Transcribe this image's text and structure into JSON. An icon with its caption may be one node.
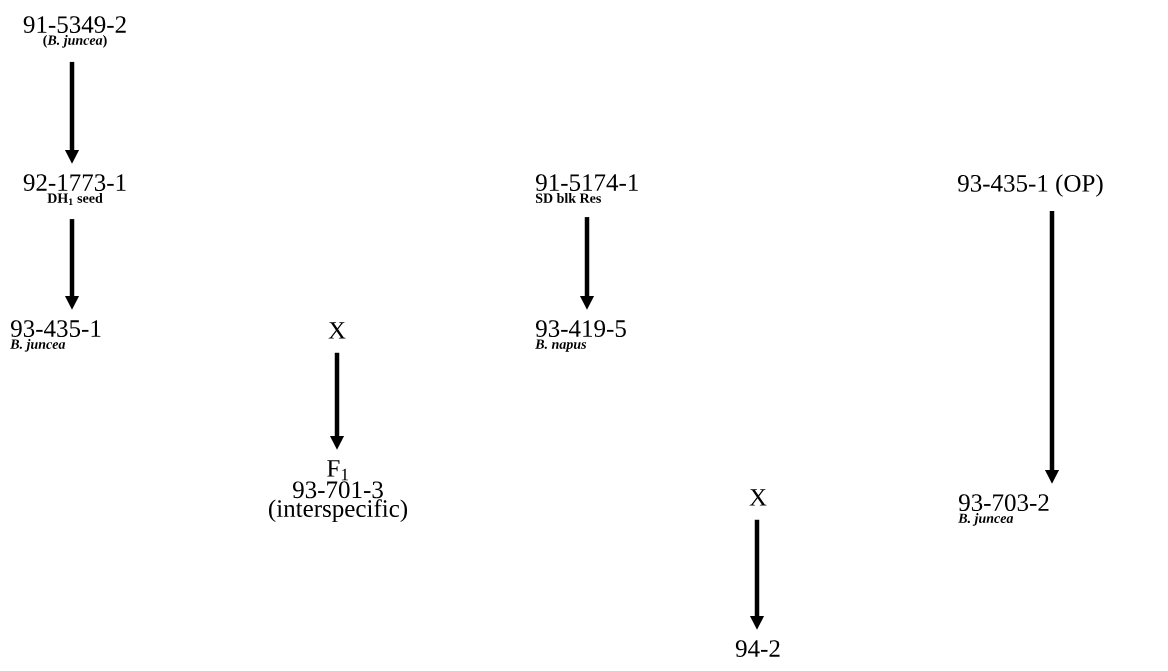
{
  "diagram": {
    "nodes": [
      {
        "text": [
          "91-5349-2",
          "(*B. juncea*)"
        ]
      },
      {
        "text": [
          "92-1773-1",
          "DH$_{1}$ seed"
        ]
      },
      {
        "text": [
          "93-435-1",
          "B. juncea"
        ]
      },
      {
        "text": [
          "X"
        ]
      },
      {
        "text": [
          "F$_{1}$",
          "93-701-3",
          "(interspecific)"
        ]
      },
      {
        "text": [
          "91-5174-1",
          "SD blk Res"
        ]
      },
      {
        "text": [
          "93-419-5",
          "B. napus"
        ]
      },
      {
        "text": [
          "93-435-1 (OP)"
        ]
      },
      {
        "text": [
          "X"
        ]
      },
      {
        "text": [
          "93-703-2",
          "B. juncea"
        ]
      },
      {
        "text": [
          "94-2"
        ]
      }
    ],
    "edges": [
      {
        "from": 0,
        "to": 1,
        "arrow": "to"
      },
      {
        "from": 1,
        "to": 2,
        "arrow": "to"
      },
      {
        "from": 3,
        "to": 4,
        "arrow": "to"
      },
      {
        "from": 5,
        "to": 6,
        "arrow": "to"
      },
      {
        "from": 7,
        "to": 9,
        "arrow": "to"
      },
      {
        "from": 8,
        "to": 10,
        "arrow": "to"
      }
    ]
  }
}
